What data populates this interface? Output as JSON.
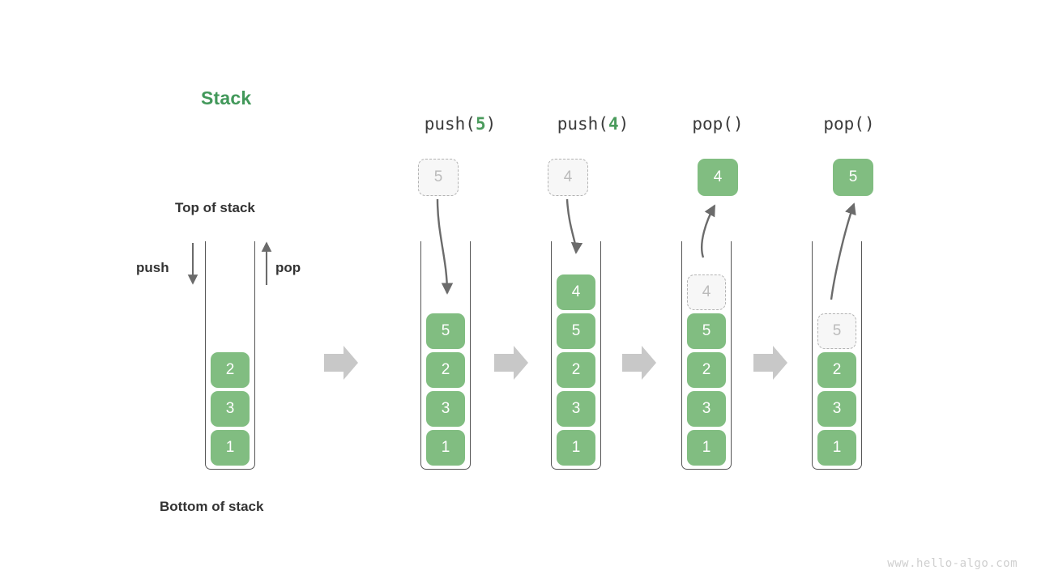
{
  "title": "Stack",
  "labels": {
    "top_of_stack": "Top of stack",
    "bottom_of_stack": "Bottom of stack",
    "push": "push",
    "pop": "pop"
  },
  "colors": {
    "element_green": "#81bd81",
    "title_green": "#42985a",
    "arg_green": "#4a9b5c",
    "ghost_fill": "#f7f7f7",
    "ghost_border": "#b3b3b3",
    "ghost_text": "#bbbbbb",
    "arrow_gray": "#6b6b6b",
    "flow_arrow_gray": "#c8c8c8",
    "outline_gray": "#555555",
    "text_dark": "#333333",
    "watermark_gray": "#cfcfcf"
  },
  "steps": [
    {
      "id": "initial",
      "op_prefix": "",
      "op_arg": "",
      "op_suffix": "",
      "has_op_label": false,
      "cells_bottom_to_top": [
        "1",
        "3",
        "2"
      ],
      "ghost_index": null,
      "float_box": null,
      "float_box_state": null
    },
    {
      "id": "push-5",
      "op_prefix": "push(",
      "op_arg": "5",
      "op_suffix": ")",
      "has_op_label": true,
      "cells_bottom_to_top": [
        "1",
        "3",
        "2",
        "5"
      ],
      "ghost_index": null,
      "float_box": "5",
      "float_box_state": "ghost"
    },
    {
      "id": "push-4",
      "op_prefix": "push(",
      "op_arg": "4",
      "op_suffix": ")",
      "has_op_label": true,
      "cells_bottom_to_top": [
        "1",
        "3",
        "2",
        "5",
        "4"
      ],
      "ghost_index": null,
      "float_box": "4",
      "float_box_state": "ghost"
    },
    {
      "id": "pop-1",
      "op_prefix": "pop(",
      "op_arg": "",
      "op_suffix": ")",
      "has_op_label": true,
      "cells_bottom_to_top": [
        "1",
        "3",
        "2",
        "5",
        "4"
      ],
      "ghost_index": 4,
      "float_box": "4",
      "float_box_state": "filled"
    },
    {
      "id": "pop-2",
      "op_prefix": "pop(",
      "op_arg": "",
      "op_suffix": ")",
      "has_op_label": true,
      "cells_bottom_to_top": [
        "1",
        "3",
        "2",
        "5"
      ],
      "ghost_index": 3,
      "float_box": "5",
      "float_box_state": "filled"
    }
  ],
  "flow_arrows": [
    {
      "name": "flow-arrow-1"
    },
    {
      "name": "flow-arrow-2"
    },
    {
      "name": "flow-arrow-3"
    },
    {
      "name": "flow-arrow-4"
    }
  ],
  "watermark": "www.hello-algo.com"
}
